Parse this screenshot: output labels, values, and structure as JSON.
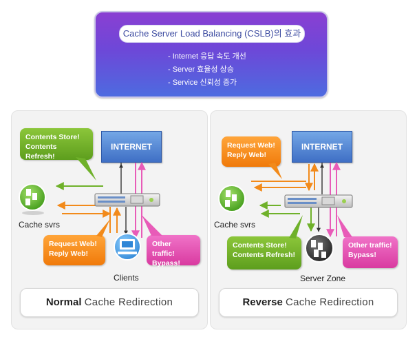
{
  "summary": {
    "title": "Cache Server Load Balancing (CSLB)의 효과",
    "items": [
      "- Internet 응답 속도 개선",
      "- Server 효율성 상승",
      "- Service 신뢰성 증가"
    ]
  },
  "normal": {
    "internet": "INTERNET",
    "bubble_contents": "Contents Store!\nContents Refresh!",
    "bubble_request": "Request Web!\nReply Web!",
    "bubble_other": "Other traffic!\nBypass!",
    "cache_label": "Cache svrs",
    "clients_label": "Clients",
    "mode_strong": "Normal",
    "mode_rest": "Cache  Redirection"
  },
  "reverse": {
    "internet": "INTERNET",
    "bubble_request": "Request Web!\nReply Web!",
    "bubble_contents": "Contents Store!\nContents Refresh!",
    "bubble_other": "Other traffic!\nBypass!",
    "cache_label": "Cache svrs",
    "server_zone_label": "Server Zone",
    "mode_strong": "Reverse",
    "mode_rest": "Cache  Redirection"
  },
  "colors": {
    "green": "#6fb12a",
    "orange": "#f28a1a",
    "pink": "#e85bb8",
    "internet_blue": "#4f7fd1",
    "summary_purple": "#7a44d4"
  }
}
